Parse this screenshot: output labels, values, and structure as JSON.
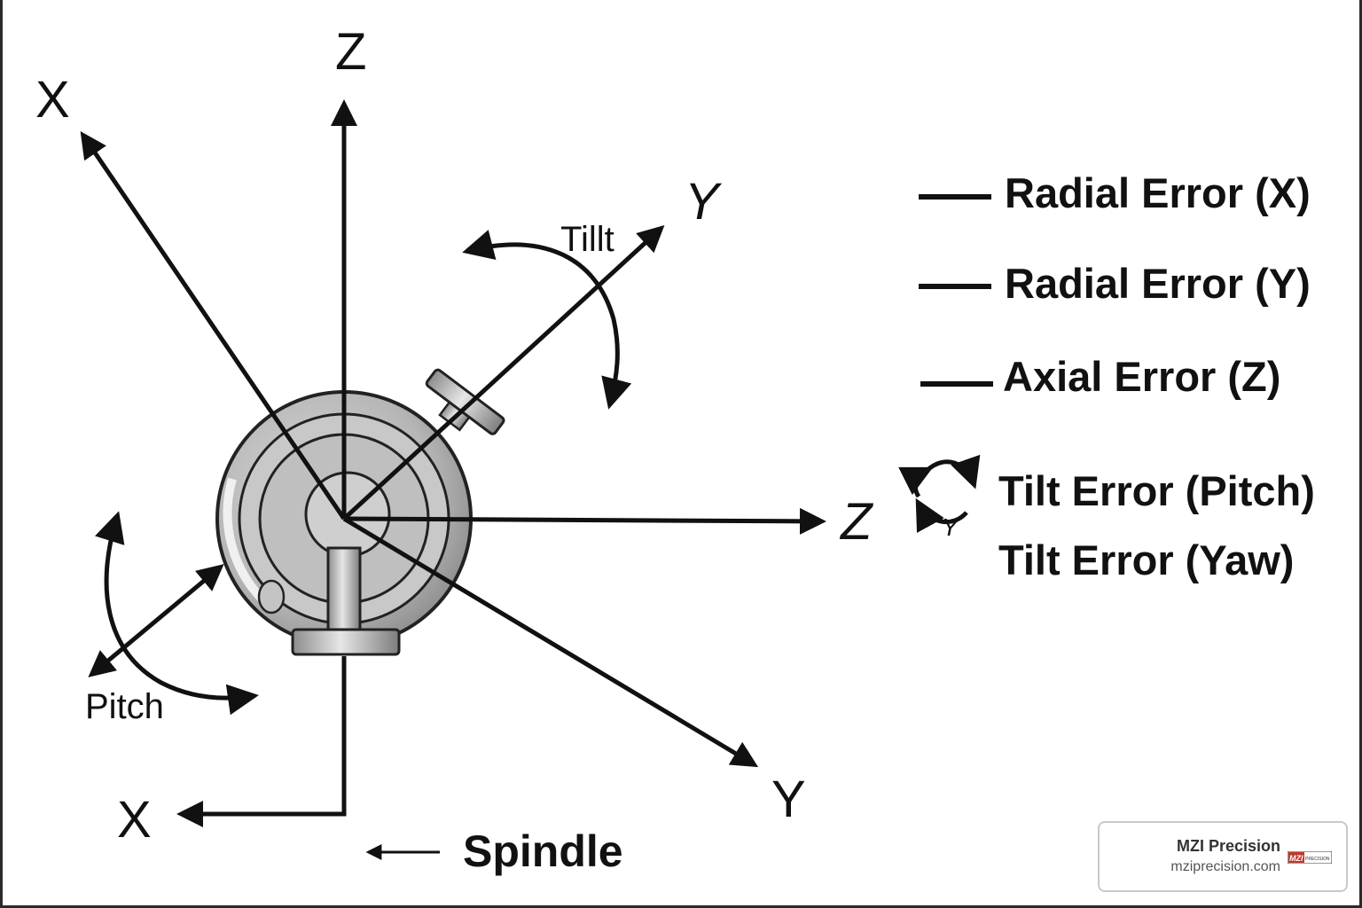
{
  "axes": {
    "x_upper": "X",
    "z_top": "Z",
    "y_upper": "Y",
    "z_right": "Z",
    "y_lower": "Y",
    "x_lower": "X"
  },
  "rotations": {
    "tilt": "Tillt",
    "pitch": "Pitch",
    "legend_glyph": "Y"
  },
  "spindle": {
    "label": "Spindle"
  },
  "legend": {
    "items": [
      {
        "label": "Radial Error (X)"
      },
      {
        "label": "Radial Error (Y)"
      },
      {
        "label": "Axial Error (Z)"
      },
      {
        "label": "Tilt Error (Pitch)"
      },
      {
        "label": "Tilt Error (Yaw)"
      }
    ]
  },
  "brand": {
    "name": "MZI Precision",
    "url": "mziprecision.com",
    "logo_text": "MZI PRECISION"
  },
  "colors": {
    "ink": "#111111",
    "sphere": "#bdbdbd",
    "sphere_dark": "#8a8a8a",
    "brand_red": "#c0392b"
  }
}
